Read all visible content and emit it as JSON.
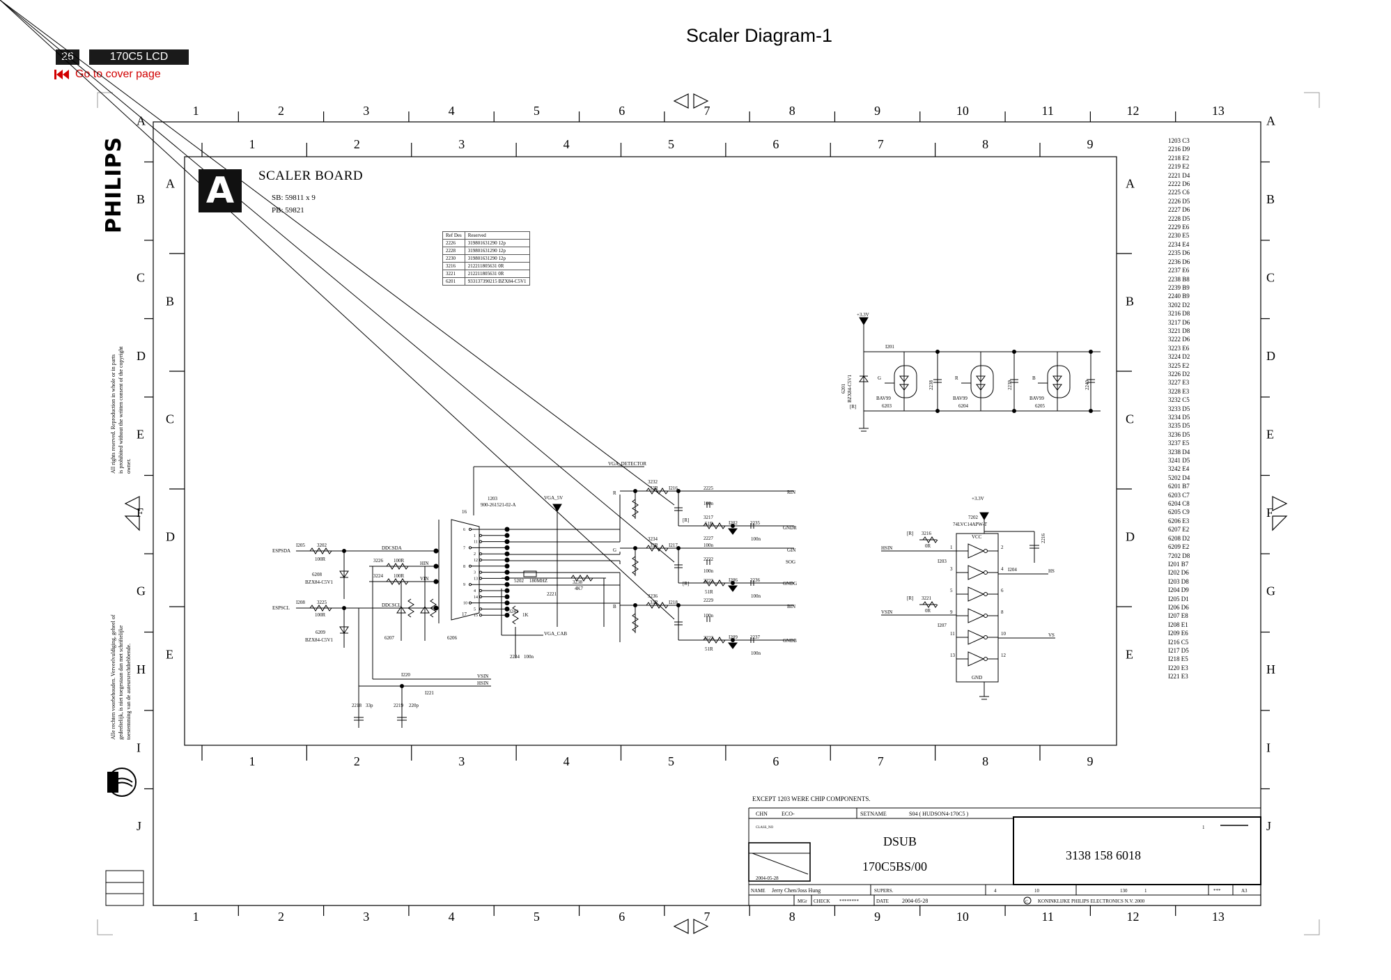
{
  "header": {
    "title": "Scaler Diagram-1",
    "page_number": "26",
    "model": "170C5 LCD",
    "cover_link": "Go to cover page"
  },
  "grid": {
    "outer_numbers": [
      "1",
      "2",
      "3",
      "4",
      "5",
      "6",
      "7",
      "8",
      "9",
      "10",
      "11",
      "12",
      "13"
    ],
    "outer_letters": [
      "A",
      "B",
      "C",
      "D",
      "E",
      "F",
      "G",
      "H",
      "I",
      "J"
    ],
    "inner_numbers": [
      "1",
      "2",
      "3",
      "4",
      "5",
      "6",
      "7",
      "8",
      "9"
    ],
    "inner_letters": [
      "A",
      "B",
      "C",
      "D",
      "E"
    ]
  },
  "board": {
    "letter": "A",
    "title": "SCALER BOARD",
    "sb": "SB: 59811 x 9",
    "pb": "PB: 59821"
  },
  "ref_table": {
    "headers": [
      "Ref Des",
      "Reserved"
    ],
    "rows": [
      [
        "2226",
        "319801631290 12p"
      ],
      [
        "2228",
        "319801631290 12p"
      ],
      [
        "2230",
        "319801631290 12p"
      ],
      [
        "3216",
        "212211805631 0R"
      ],
      [
        "3221",
        "212211805631 0R"
      ],
      [
        "6201",
        "933137390215 BZX84-C5V1"
      ]
    ]
  },
  "component_index": [
    "1203 C3",
    "2216 D9",
    "2218 E2",
    "2219 E2",
    "2221 D4",
    "2222 D6",
    "2225 C6",
    "2226 D5",
    "2227 D6",
    "2228 D5",
    "2229 E6",
    "2230 E5",
    "2234 E4",
    "2235 D6",
    "2236 D6",
    "2237 E6",
    "2238 B8",
    "2239 B9",
    "2240 B9",
    "3202 D2",
    "3216 D8",
    "3217 D6",
    "3221 D8",
    "3222 D6",
    "3223 E6",
    "3224 D2",
    "3225 E2",
    "3226 D2",
    "3227 E3",
    "3228 E3",
    "3232 C5",
    "3233 D5",
    "3234 D5",
    "3235 D5",
    "3236 D5",
    "3237 E5",
    "3238 D4",
    "3241 D5",
    "3242 E4",
    "5202 D4",
    "6201 B7",
    "6203 C7",
    "6204 C8",
    "6205 C9",
    "6206 E3",
    "6207 E2",
    "6208 D2",
    "6209 E2",
    "7202 D8",
    "I201 B7",
    "I202 D6",
    "I203 D8",
    "I204 D9",
    "I205 D1",
    "I206 D6",
    "I207 E8",
    "I208 E1",
    "I209 E6",
    "I216 C5",
    "I217 D5",
    "I218 E5",
    "I220 E3",
    "I221 E3"
  ],
  "side": {
    "brand": "PHILIPS",
    "copyright_en": [
      "All rights reserved. Reproduction in whole or in parts",
      "is prohibited without the written consent of the copyright",
      "owner."
    ],
    "copyright_nl": [
      "Alle rechten voorbehouden. Verveelvuldiging, geheel of",
      "gedeeltelijk, is niet toegestaan dan met schriftelijke",
      "toestemming van de auteursrechthebbende."
    ]
  },
  "schematic": {
    "labels": {
      "vga_detector": "VGA_DETECTOR",
      "vga_5v": "VGA_5V",
      "vga_cab": "VGA_CAB",
      "connector_ref": "1203",
      "connector_part": "900-261521-02-A",
      "espsda": "ESPSDA",
      "espscl": "ESPSCL",
      "ddcsda": "DDCSDA",
      "ddcscl": "DDCSCL",
      "hin": "HIN",
      "vin": "VIN",
      "vsin": "VSIN",
      "hsin": "HSIN",
      "rin": "RIN",
      "gndr": "GNDR",
      "gin": "GIN",
      "sog": "SOG",
      "gndg": "GNDG",
      "bin": "BIN",
      "gndb": "GNDB",
      "hs": "HS",
      "vs": "VS",
      "plus33v": "+3.3V",
      "vcc": "VCC",
      "gnd": "GND",
      "ic_ref": "7202",
      "ic_part": "74LVC14APW-T",
      "bav99": "BAV99",
      "bzx": "BZX84-C5V1",
      "r_3202": "3202",
      "v_100r": "100R",
      "r_3225": "3225",
      "r_3226": "3226",
      "v_100r_b": "100R",
      "r_3224": "3224",
      "r_3232": "3232",
      "v_33r": "33R",
      "r_3234": "3234",
      "r_3236": "3236",
      "r_3217": "3217",
      "v_51r": "51R",
      "r_3222": "3222",
      "r_3223": "3223",
      "r_3238": "3238",
      "v_4k7": "4K7",
      "r_3242": "3242",
      "v_1k": "1K",
      "c_2225": "2225",
      "v_100n": "100n",
      "c_2227": "2227",
      "c_2222": "2222",
      "c_2229": "2229",
      "c_2235": "2235",
      "c_2236": "2236",
      "c_2237": "2237",
      "c_2218": "2218",
      "v_33p": "33p",
      "c_2219": "2219",
      "v_220p": "220p",
      "c_2221": "2221",
      "c_2234": "2234",
      "c_2216": "2216",
      "c_2238": "2238",
      "c_2239": "2239",
      "c_2240": "2240",
      "i_201": "I201",
      "i_205": "I205",
      "i_208": "I208",
      "i_216": "I216",
      "i_217": "I217",
      "i_218": "I218",
      "i_202": "I202",
      "i_206": "I206",
      "i_209": "I209",
      "i_220": "I220",
      "i_221": "I221",
      "i_203": "I203",
      "i_207": "I207",
      "i_204": "I204",
      "d_6208": "6208",
      "d_6209": "6209",
      "d_6201": "6201",
      "d_6203": "6203",
      "d_6204": "6204",
      "d_6205": "6205",
      "d_6206": "6206",
      "d_6207": "6207",
      "l_5202": "5202",
      "v_180mhz": "180MHZ",
      "r_3216": "3216",
      "r_3221": "3221",
      "v_0r": "0R",
      "pin_16": "16",
      "pin_17": "17",
      "res_r": "[R]",
      "g": "G",
      "b": "B",
      "r": "R"
    }
  },
  "title_block": {
    "note": "EXCEPT 1203 WERE CHIP COMPONENTS.",
    "chn": "CHN",
    "eco": "ECO-",
    "setname_label": "SETNAME",
    "setname": "S04 ( HUDSON4-170C5 )",
    "class": "CLASS_NO",
    "title1": "DSUB",
    "title2": "170C5BS/00",
    "number": "3138  158  6018",
    "date1": "2004-05-28",
    "name_label": "NAME",
    "name": "Jerry Chen/Joss Hung",
    "supers": "SUPERS.",
    "mgr": "MGr",
    "check_label": "CHECK",
    "check": "********",
    "date_label": "DATE",
    "date2": "2004-05-28",
    "sheet_a": "4",
    "sheet_b": "10",
    "sheet_c": "130",
    "sheet_d": "1",
    "stars": "***",
    "size": "A3",
    "sheet_num": "1",
    "copyright": "KONINKLIJKE PHILIPS ELECTRONICS N.V. 2000",
    "copy_sym": "C"
  }
}
